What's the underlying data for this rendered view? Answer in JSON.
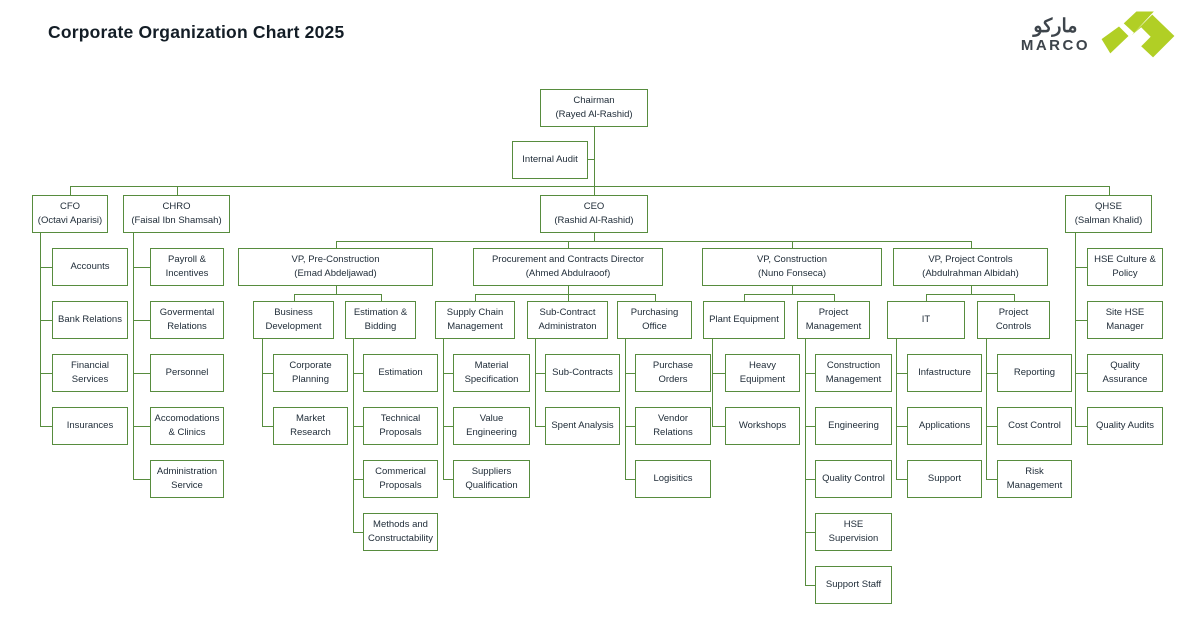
{
  "page": {
    "title": "Corporate Organization Chart 2025"
  },
  "logo": {
    "arabic": "ماركو",
    "latin": "MARCO"
  },
  "colors": {
    "box_border": "#578c3e",
    "connector": "#578c3e",
    "text": "#1d2a36",
    "logo_mark": "#b1cf25",
    "logo_text": "#3d444b"
  },
  "nodes": {
    "chairman": {
      "line1": "Chairman",
      "line2": "(Rayed Al-Rashid)"
    },
    "internal_audit": {
      "line1": "Internal Audit"
    },
    "cfo": {
      "line1": "CFO",
      "line2": "(Octavi Aparisi)"
    },
    "chro": {
      "line1": "CHRO",
      "line2": "(Faisal Ibn Shamsah)"
    },
    "ceo": {
      "line1": "CEO",
      "line2": "(Rashid Al-Rashid)"
    },
    "qhse": {
      "line1": "QHSE",
      "line2": "(Salman Khalid)"
    },
    "vp_preconstruction": {
      "line1": "VP, Pre-Construction",
      "line2": "(Emad Abdeljawad)"
    },
    "procurement_director": {
      "line1": "Procurement and Contracts Director",
      "line2": "(Ahmed Abdulraoof)"
    },
    "vp_construction": {
      "line1": "VP, Construction",
      "line2": "(Nuno Fonseca)"
    },
    "vp_project_controls": {
      "line1": "VP, Project Controls",
      "line2": "(Abdulrahman Albidah)"
    },
    "accounts": {
      "line1": "Accounts"
    },
    "bank_relations": {
      "line1": "Bank Relations"
    },
    "financial_services": {
      "line1": "Financial Services"
    },
    "insurances": {
      "line1": "Insurances"
    },
    "payroll_incentives": {
      "line1": "Payroll & Incentives"
    },
    "governmental_relations": {
      "line1": "Govermental Relations"
    },
    "personnel": {
      "line1": "Personnel"
    },
    "accommodations_clinics": {
      "line1": "Accomodations & Clinics"
    },
    "administration_service": {
      "line1": "Administration Service"
    },
    "business_development": {
      "line1": "Business Development"
    },
    "estimation_bidding": {
      "line1": "Estimation & Bidding"
    },
    "supply_chain": {
      "line1": "Supply Chain Management"
    },
    "subcontract_admin": {
      "line1": "Sub-Contract Administraton"
    },
    "purchasing_office": {
      "line1": "Purchasing Office"
    },
    "plant_equipment": {
      "line1": "Plant Equipment"
    },
    "project_management": {
      "line1": "Project Management"
    },
    "it": {
      "line1": "IT"
    },
    "project_controls": {
      "line1": "Project Controls"
    },
    "corporate_planning": {
      "line1": "Corporate Planning"
    },
    "market_research": {
      "line1": "Market Research"
    },
    "estimation": {
      "line1": "Estimation"
    },
    "technical_proposals": {
      "line1": "Technical Proposals"
    },
    "commercial_proposals": {
      "line1": "Commerical Proposals"
    },
    "methods_constructability": {
      "line1": "Methods and Constructability"
    },
    "material_specification": {
      "line1": "Material Specification"
    },
    "value_engineering": {
      "line1": "Value Engineering"
    },
    "suppliers_qualification": {
      "line1": "Suppliers Qualification"
    },
    "sub_contracts": {
      "line1": "Sub-Contracts"
    },
    "spent_analysis": {
      "line1": "Spent Analysis"
    },
    "purchase_orders": {
      "line1": "Purchase Orders"
    },
    "vendor_relations": {
      "line1": "Vendor Relations"
    },
    "logistics": {
      "line1": "Logisitics"
    },
    "heavy_equipment": {
      "line1": "Heavy Equipment"
    },
    "workshops": {
      "line1": "Workshops"
    },
    "construction_management": {
      "line1": "Construction Management"
    },
    "engineering": {
      "line1": "Engineering"
    },
    "quality_control": {
      "line1": "Quality Control"
    },
    "hse_supervision": {
      "line1": "HSE Supervision"
    },
    "support_staff": {
      "line1": "Support Staff"
    },
    "infrastructure": {
      "line1": "Infastructure"
    },
    "applications": {
      "line1": "Applications"
    },
    "support": {
      "line1": "Support"
    },
    "reporting": {
      "line1": "Reporting"
    },
    "cost_control": {
      "line1": "Cost Control"
    },
    "risk_management": {
      "line1": "Risk Management"
    },
    "hse_culture_policy": {
      "line1": "HSE Culture & Policy"
    },
    "site_hse_manager": {
      "line1": "Site HSE Manager"
    },
    "quality_assurance": {
      "line1": "Quality Assurance"
    },
    "quality_audits": {
      "line1": "Quality Audits"
    }
  },
  "hierarchy": {
    "chairman": [
      "internal_audit",
      "cfo",
      "chro",
      "ceo",
      "qhse"
    ],
    "cfo": [
      "accounts",
      "bank_relations",
      "financial_services",
      "insurances"
    ],
    "chro": [
      "payroll_incentives",
      "governmental_relations",
      "personnel",
      "accommodations_clinics",
      "administration_service"
    ],
    "ceo": [
      "vp_preconstruction",
      "procurement_director",
      "vp_construction",
      "vp_project_controls"
    ],
    "qhse": [
      "hse_culture_policy",
      "site_hse_manager",
      "quality_assurance",
      "quality_audits"
    ],
    "vp_preconstruction": [
      "business_development",
      "estimation_bidding"
    ],
    "procurement_director": [
      "supply_chain",
      "subcontract_admin",
      "purchasing_office"
    ],
    "vp_construction": [
      "plant_equipment",
      "project_management"
    ],
    "vp_project_controls": [
      "it",
      "project_controls"
    ],
    "business_development": [
      "corporate_planning",
      "market_research"
    ],
    "estimation_bidding": [
      "estimation",
      "technical_proposals",
      "commercial_proposals",
      "methods_constructability"
    ],
    "supply_chain": [
      "material_specification",
      "value_engineering",
      "suppliers_qualification"
    ],
    "subcontract_admin": [
      "sub_contracts",
      "spent_analysis"
    ],
    "purchasing_office": [
      "purchase_orders",
      "vendor_relations",
      "logistics"
    ],
    "plant_equipment": [
      "heavy_equipment",
      "workshops"
    ],
    "project_management": [
      "construction_management",
      "engineering",
      "quality_control",
      "hse_supervision",
      "support_staff"
    ],
    "it": [
      "infrastructure",
      "applications",
      "support"
    ],
    "project_controls": [
      "reporting",
      "cost_control",
      "risk_management"
    ]
  }
}
